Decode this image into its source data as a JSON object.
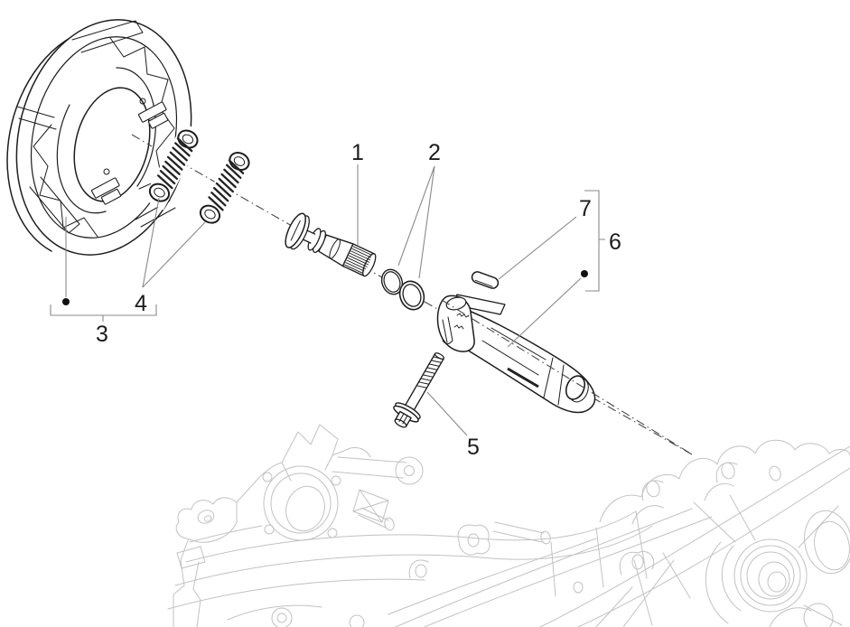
{
  "diagram": {
    "callouts": [
      {
        "label": "1"
      },
      {
        "label": "2"
      },
      {
        "label": "3"
      },
      {
        "label": "4"
      },
      {
        "label": "5"
      },
      {
        "label": "6"
      },
      {
        "label": "7"
      }
    ],
    "colors": {
      "background": "#ffffff",
      "part_line": "#1d1d1d",
      "engine_line": "#c2c2c2",
      "leader_line": "#8a8a8a",
      "centerline": "#474747",
      "label_text": "#1c1c1c"
    }
  }
}
